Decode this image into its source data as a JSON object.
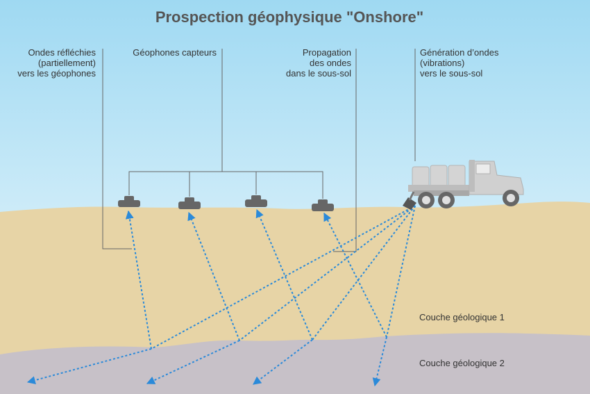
{
  "title": "Prospection géophysique \"Onshore\"",
  "labels": {
    "reflected": [
      "Ondes réfléchies",
      "(partiellement)",
      "vers les géophones"
    ],
    "geophones": [
      "Géophones capteurs"
    ],
    "propagation": [
      "Propagation",
      "des ondes",
      "dans le sous-sol"
    ],
    "generation": [
      "Génération d’ondes",
      "(vibrations)",
      "vers le sous-sol"
    ],
    "layer1": "Couche géologique 1",
    "layer2": "Couche géologique 2"
  },
  "colors": {
    "sky_top": "#9fd9f2",
    "sky_bottom": "#eef8fc",
    "layer1": "#e7d4a6",
    "layer2": "#c7c1c8",
    "ray": "#2b8ad9",
    "line": "#666666",
    "geophone": "#666666",
    "truck": "#c9c9c9"
  },
  "icons": [
    "geophone-icon",
    "vibroseis-truck-icon"
  ]
}
